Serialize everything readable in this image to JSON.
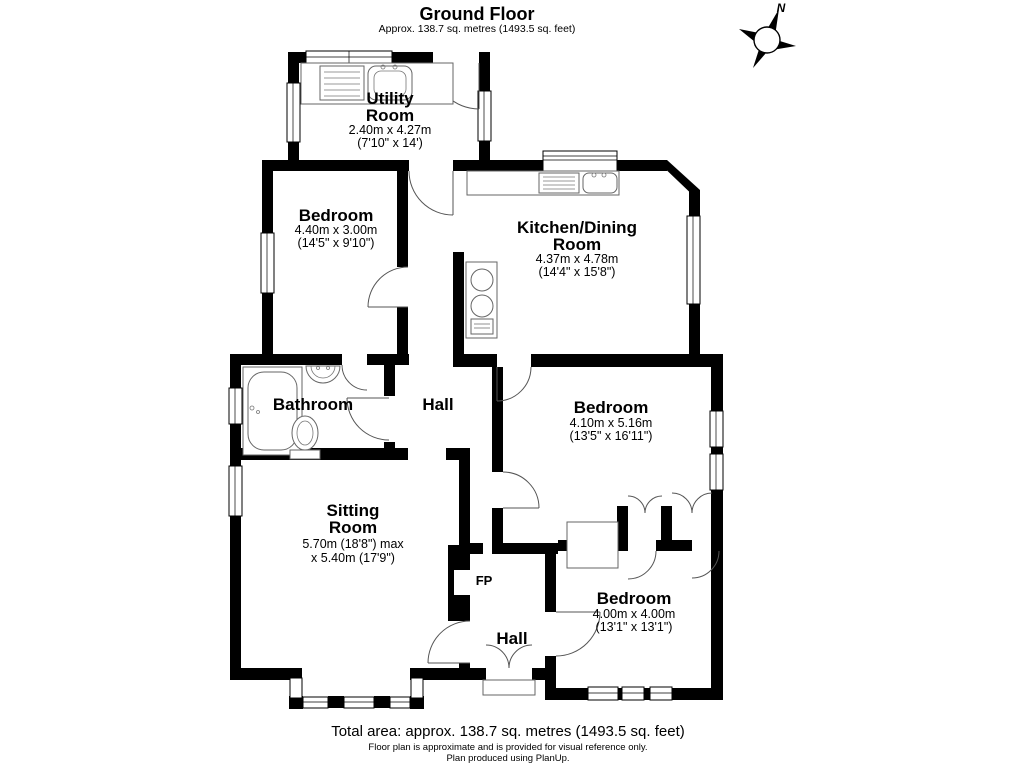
{
  "title": "Ground Floor",
  "subtitle": "Approx. 138.7 sq. metres (1493.5 sq. feet)",
  "compass": {
    "north_label": "N"
  },
  "rooms": {
    "utility": {
      "line1": "Utility",
      "line2": "Room",
      "metric": "2.40m x 4.27m",
      "imperial": "(7'10\" x 14')"
    },
    "bedroom1": {
      "line1": "Bedroom",
      "metric": "4.40m x 3.00m",
      "imperial": "(14'5\" x 9'10\")"
    },
    "kitchen": {
      "line1": "Kitchen/Dining",
      "line2": "Room",
      "metric": "4.37m x 4.78m",
      "imperial": "(14'4\" x 15'8\")"
    },
    "bathroom": {
      "line1": "Bathroom"
    },
    "hall": {
      "line1": "Hall"
    },
    "bedroom2": {
      "line1": "Bedroom",
      "metric": "4.10m x 5.16m",
      "imperial": "(13'5\" x 16'11\")"
    },
    "sitting": {
      "line1": "Sitting",
      "line2": "Room",
      "metric": "5.70m (18'8\") max",
      "imperial": "x 5.40m (17'9\")"
    },
    "fireplace": {
      "line1": "FP"
    },
    "hall2": {
      "line1": "Hall"
    },
    "bedroom3": {
      "line1": "Bedroom",
      "metric": "4.00m x 4.00m",
      "imperial": "(13'1\" x 13'1\")"
    }
  },
  "footer": {
    "total_area": "Total area: approx. 138.7 sq. metres (1493.5 sq. feet)",
    "disclaimer": "Floor plan is approximate and is provided for visual reference only.",
    "credit": "Plan produced using PlanUp."
  },
  "colors": {
    "wall": "#000000",
    "background": "#ffffff",
    "fixture_line": "#666666"
  }
}
